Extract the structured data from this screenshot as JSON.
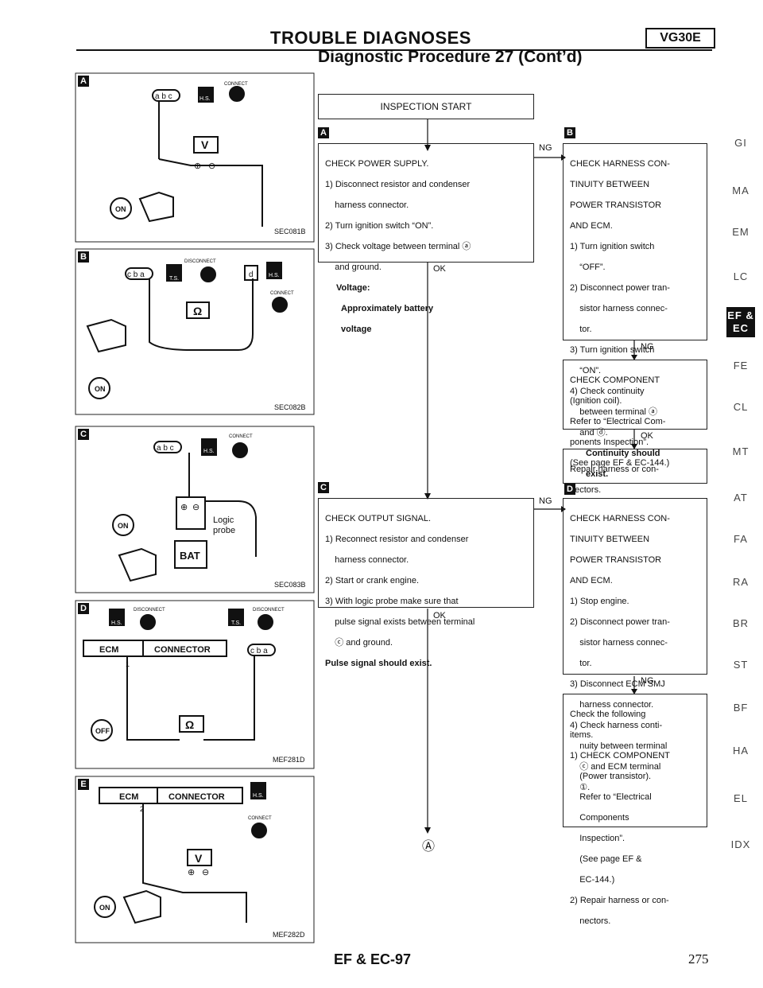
{
  "header": {
    "title": "TROUBLE DIAGNOSES",
    "badge": "VG30E",
    "subtitle": "Diagnostic Procedure 27 (Cont’d)"
  },
  "panels": [
    {
      "label": "A",
      "code": "SEC081B",
      "connect": "CONNECT",
      "switch": "ON",
      "meter": "V",
      "plus": "⊕",
      "minus": "⊖",
      "hs": "H.S.",
      "pins": "a b c"
    },
    {
      "label": "B",
      "code": "SEC082B",
      "disconnect": "DISCONNECT",
      "connect": "CONNECT",
      "switch": "ON",
      "meter": "Ω",
      "ts": "T.S.",
      "hs": "H.S.",
      "pins": "c b a",
      "pin_d": "d"
    },
    {
      "label": "C",
      "code": "SEC083B",
      "connect": "CONNECT",
      "switch": "ON",
      "probe1": "Logic",
      "probe2": "probe",
      "bat": "BAT",
      "hs": "H.S.",
      "pins": "a b c",
      "plus": "⊕",
      "minus": "⊖"
    },
    {
      "label": "D",
      "code": "MEF281D",
      "disconnect1": "DISCONNECT",
      "disconnect2": "DISCONNECT",
      "ecm": "ECM",
      "connector": "CONNECTOR",
      "pin": "1",
      "switch": "OFF",
      "meter": "Ω",
      "hs": "H.S.",
      "ts": "T.S.",
      "pins": "c b a"
    },
    {
      "label": "E",
      "code": "MEF282D",
      "ecm": "ECM",
      "connector": "CONNECTOR",
      "pin": "2",
      "connect": "CONNECT",
      "switch": "ON",
      "meter": "V",
      "hs": "H.S.",
      "plus": "⊕",
      "minus": "⊖"
    }
  ],
  "flow": {
    "start": "INSPECTION START",
    "labels": {
      "A": "A",
      "B": "B",
      "C": "C",
      "D": "D"
    },
    "step_a": {
      "title": "CHECK POWER SUPPLY.",
      "lines": [
        "1) Disconnect resistor and condenser",
        "    harness connector.",
        "2) Turn ignition switch “ON”.",
        "3) Check voltage between terminal ⓐ",
        "    and ground."
      ],
      "bold1": "Voltage:",
      "bold2": "Approximately battery",
      "bold3": "voltage"
    },
    "step_b": {
      "lines": [
        "CHECK HARNESS CON-",
        "TINUITY BETWEEN",
        "POWER TRANSISTOR",
        "AND ECM.",
        "1) Turn ignition switch",
        "    “OFF”.",
        "2) Disconnect power tran-",
        "    sistor harness connec-",
        "    tor.",
        "3) Turn ignition switch",
        "    “ON”.",
        "4) Check continuity",
        "    between terminal ⓐ",
        "    and ⓓ."
      ],
      "bold1": "Continuity should",
      "bold2": "exist."
    },
    "component": {
      "lines": [
        "CHECK COMPONENT",
        "(Ignition coil).",
        "Refer to “Electrical Com-",
        "ponents Inspection”.",
        "(See page EF & EC-144.)"
      ]
    },
    "repair1": {
      "lines": [
        "Repair harness or con-",
        "nectors."
      ]
    },
    "step_c": {
      "lines": [
        "CHECK OUTPUT SIGNAL.",
        "1) Reconnect resistor and condenser",
        "    harness connector.",
        "2) Start or crank engine.",
        "3) With logic probe make sure that",
        "    pulse signal exists between terminal",
        "    ⓒ and ground."
      ],
      "bold1": "Pulse signal should exist."
    },
    "step_d": {
      "lines": [
        "CHECK HARNESS CON-",
        "TINUITY BETWEEN",
        "POWER TRANSISTOR",
        "AND ECM.",
        "1) Stop engine.",
        "2) Disconnect power tran-",
        "    sistor harness connec-",
        "    tor.",
        "3) Disconnect ECM SMJ",
        "    harness connector.",
        "4) Check harness conti-",
        "    nuity between terminal",
        "    ⓒ and ECM terminal",
        "    ①."
      ]
    },
    "final": {
      "lines": [
        "Check the following",
        "items.",
        "1) CHECK COMPONENT",
        "    (Power transistor).",
        "    Refer to “Electrical",
        "    Components",
        "    Inspection”.",
        "    (See page EF &",
        "    EC-144.)",
        "2) Repair harness or con-",
        "    nectors."
      ]
    },
    "ng": "NG",
    "ok": "OK",
    "end": "Ⓐ"
  },
  "side_tabs": [
    "GI",
    "MA",
    "EM",
    "LC",
    "EF &\nEC",
    "FE",
    "CL",
    "MT",
    "AT",
    "FA",
    "RA",
    "BR",
    "ST",
    "BF",
    "HA",
    "EL",
    "IDX"
  ],
  "active_tab": "EF &\nEC",
  "footer": {
    "page_ref": "EF & EC-97",
    "page_number": "275"
  }
}
